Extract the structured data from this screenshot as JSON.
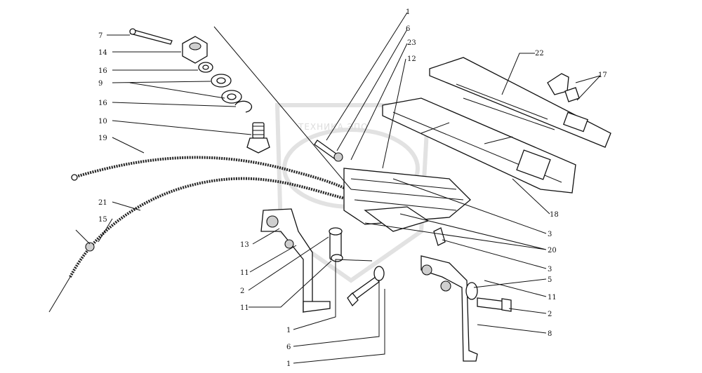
{
  "watermark": {
    "text": "ТЕХНИКА ЭПО"
  },
  "callouts": [
    {
      "id": "c7",
      "label": "7"
    },
    {
      "id": "c14",
      "label": "14"
    },
    {
      "id": "c16a",
      "label": "16"
    },
    {
      "id": "c9",
      "label": "9"
    },
    {
      "id": "c16b",
      "label": "16"
    },
    {
      "id": "c10",
      "label": "10"
    },
    {
      "id": "c19",
      "label": "19"
    },
    {
      "id": "c21",
      "label": "21"
    },
    {
      "id": "c15",
      "label": "15"
    },
    {
      "id": "c13",
      "label": "13"
    },
    {
      "id": "c11a",
      "label": "11"
    },
    {
      "id": "c2a",
      "label": "2"
    },
    {
      "id": "c11b",
      "label": "11"
    },
    {
      "id": "c1a",
      "label": "1"
    },
    {
      "id": "c6a",
      "label": "6"
    },
    {
      "id": "c1b",
      "label": "1"
    },
    {
      "id": "c1c",
      "label": "1"
    },
    {
      "id": "c6b",
      "label": "6"
    },
    {
      "id": "c23",
      "label": "23"
    },
    {
      "id": "c12",
      "label": "12"
    },
    {
      "id": "c22",
      "label": "22"
    },
    {
      "id": "c17",
      "label": "17"
    },
    {
      "id": "c18",
      "label": "18"
    },
    {
      "id": "c3a",
      "label": "3"
    },
    {
      "id": "c20",
      "label": "20"
    },
    {
      "id": "c3b",
      "label": "3"
    },
    {
      "id": "c5",
      "label": "5"
    },
    {
      "id": "c11c",
      "label": "11"
    },
    {
      "id": "c2b",
      "label": "2"
    },
    {
      "id": "c8",
      "label": "8"
    }
  ]
}
